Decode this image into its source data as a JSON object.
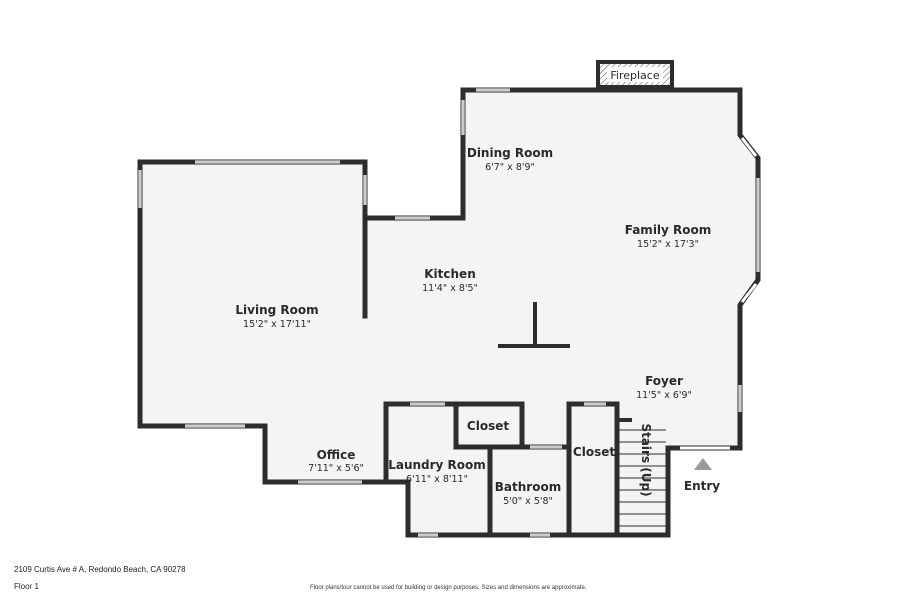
{
  "rooms": {
    "dining": {
      "name": "Dining Room",
      "dim": "6'7\" x 8'9\""
    },
    "family": {
      "name": "Family Room",
      "dim": "15'2\" x 17'3\""
    },
    "kitchen": {
      "name": "Kitchen",
      "dim": "11'4\" x 8'5\""
    },
    "living": {
      "name": "Living Room",
      "dim": "15'2\" x 17'11\""
    },
    "foyer": {
      "name": "Foyer",
      "dim": "11'5\" x 6'9\""
    },
    "office": {
      "name": "Office",
      "dim": "7'11\" x 5'6\""
    },
    "laundry": {
      "name": "Laundry Room",
      "dim": "6'11\" x 8'11\""
    },
    "bathroom": {
      "name": "Bathroom",
      "dim": "5'0\" x 5'8\""
    },
    "closet1": {
      "name": "Closet"
    },
    "closet2": {
      "name": "Closet"
    }
  },
  "labels": {
    "fireplace": "Fireplace",
    "stairs": "Stairs (Up)",
    "entry": "Entry"
  },
  "footer": {
    "address": "2109 Curtis Ave # A, Redondo Beach, CA 90278",
    "floor": "Floor 1",
    "disclaimer": "Floor plans/tour cannot be used for building or design purposes. Sizes and dimensions are approximate."
  },
  "colors": {
    "wall": "#2d2d2d",
    "floor": "#f4f4f4"
  }
}
